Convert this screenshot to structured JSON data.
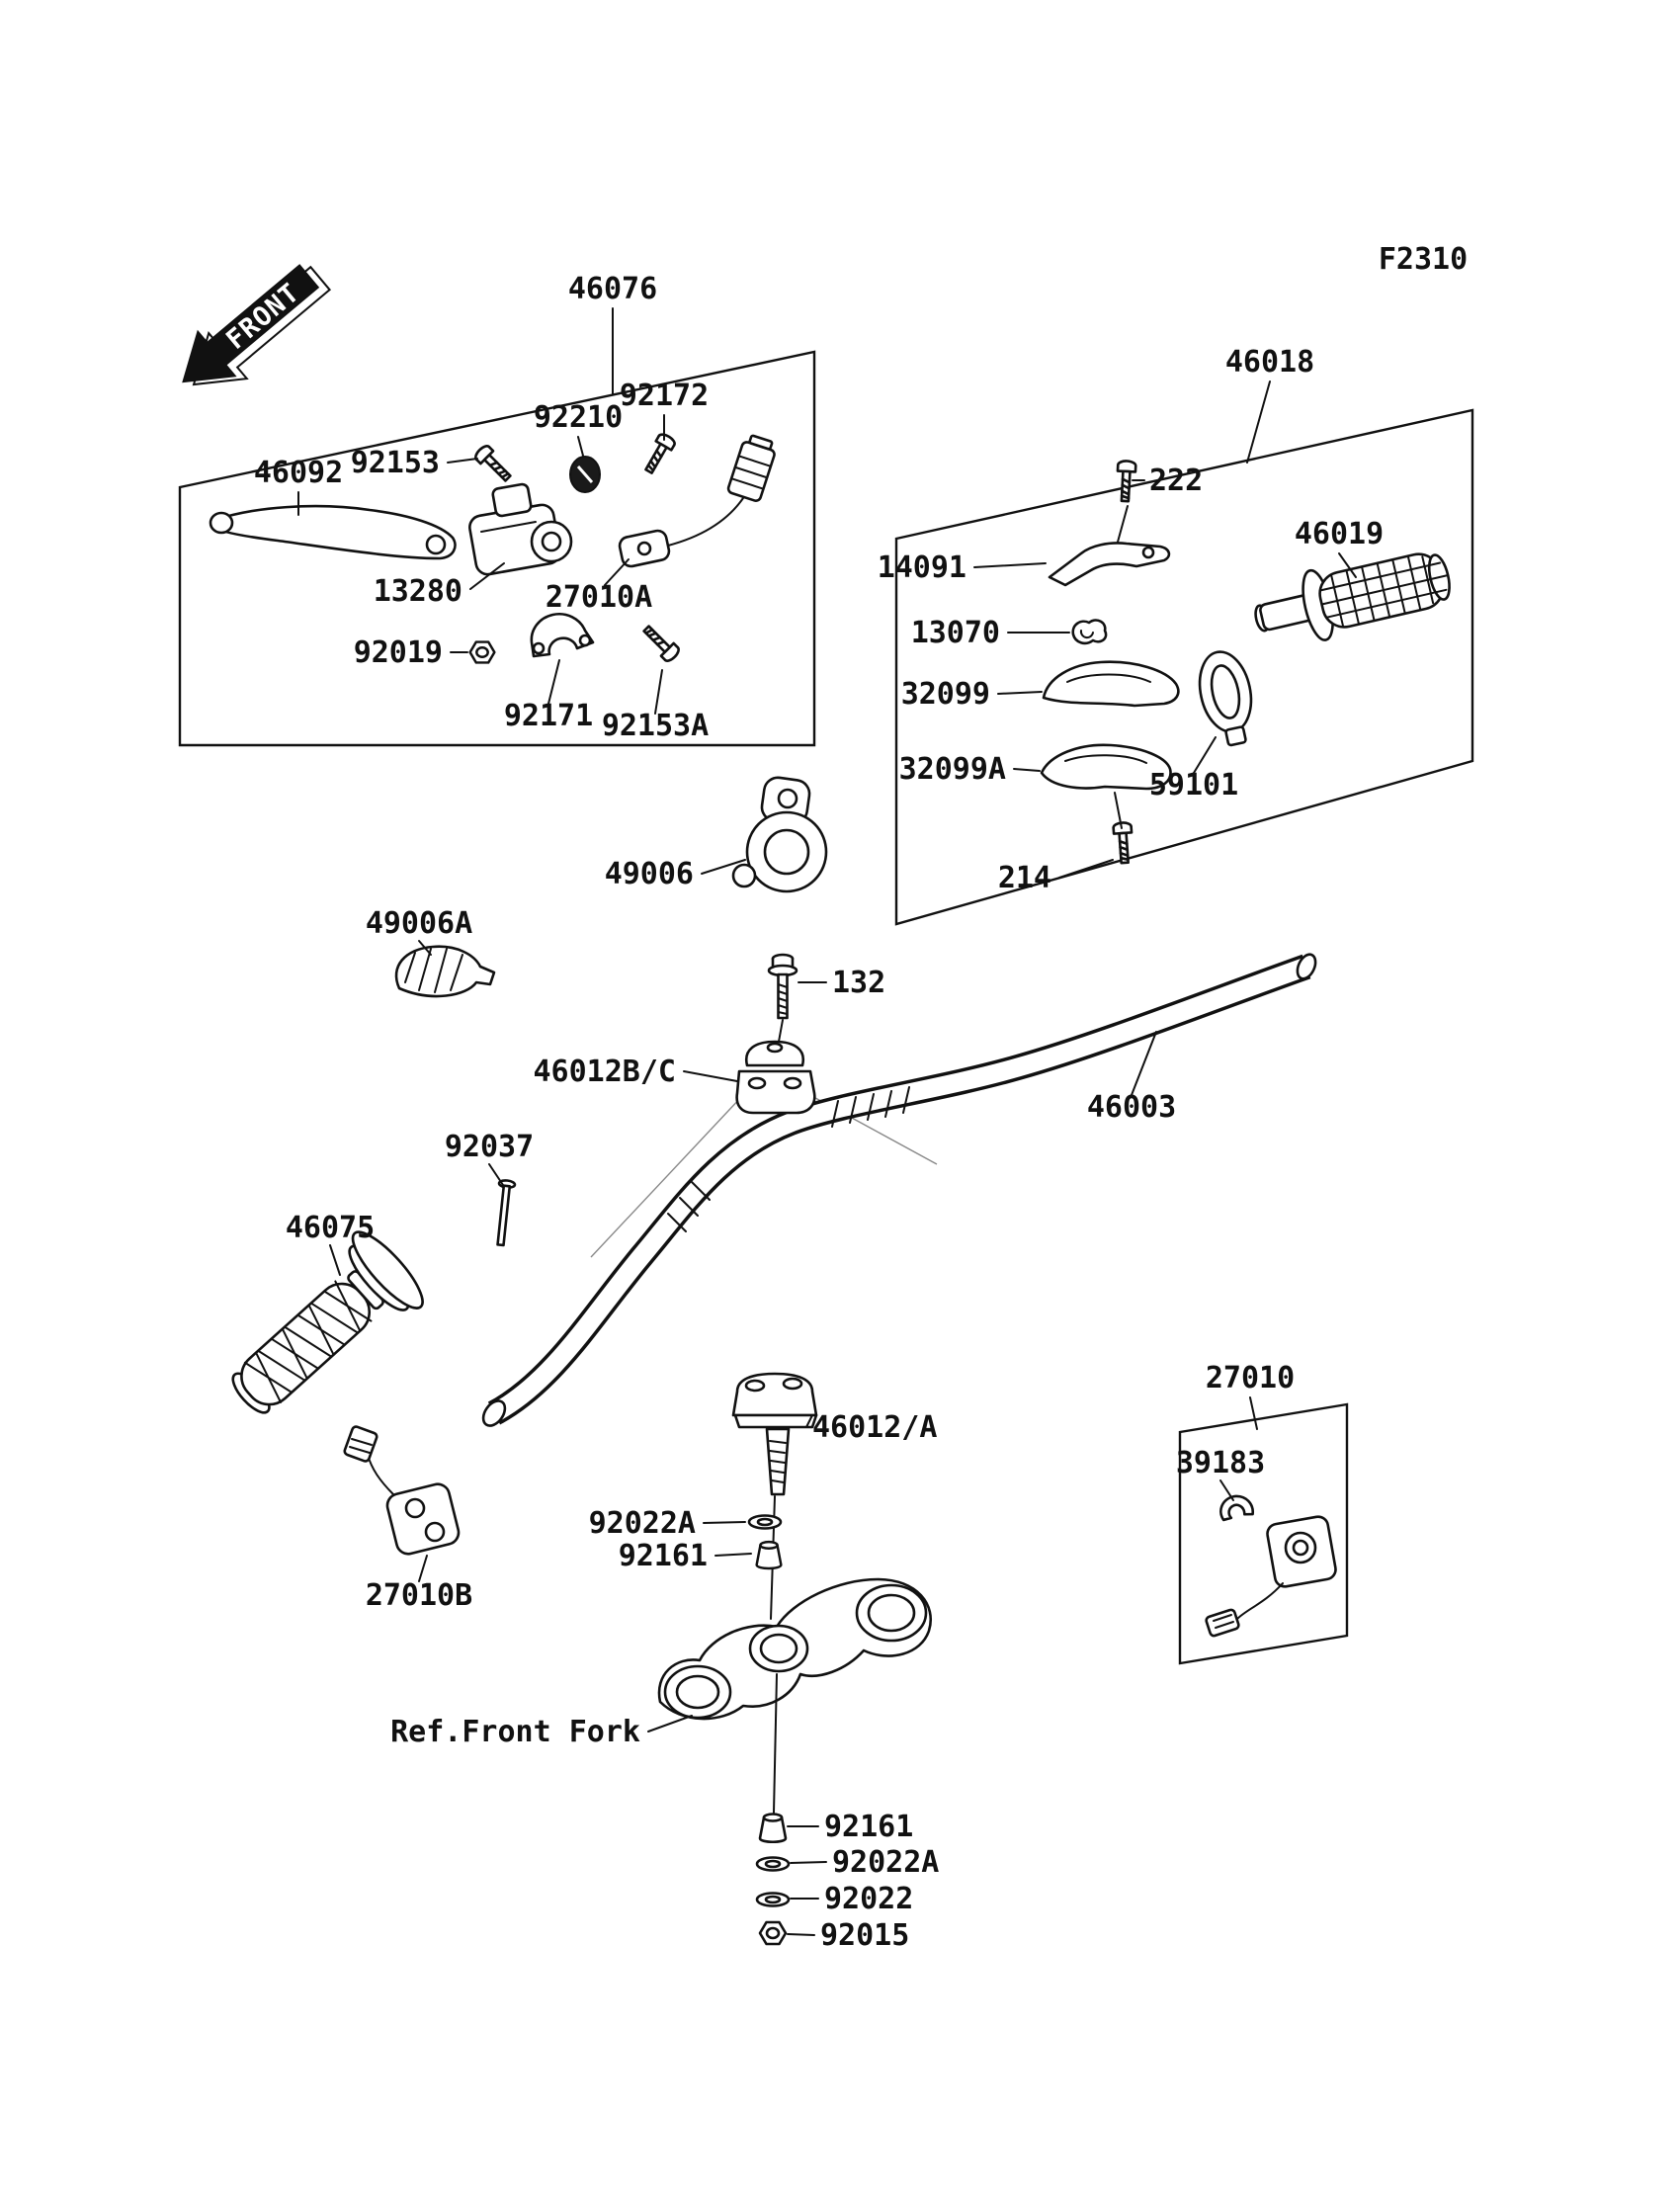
{
  "figure": {
    "code": "F2310",
    "front": "FRONT",
    "ref_front_fork": "Ref.Front Fork"
  },
  "parts": {
    "46076": "46076",
    "92172": "92172",
    "92210": "92210",
    "92153": "92153",
    "46092": "46092",
    "13280": "13280",
    "27010A": "27010A",
    "92019": "92019",
    "92171": "92171",
    "92153A": "92153A",
    "46018": "46018",
    "222": "222",
    "14091": "14091",
    "46019": "46019",
    "13070": "13070",
    "32099": "32099",
    "32099A": "32099A",
    "59101": "59101",
    "214": "214",
    "49006": "49006",
    "49006A": "49006A",
    "132": "132",
    "46012BC": "46012B/C",
    "46003": "46003",
    "92037": "92037",
    "46075": "46075",
    "27010B": "27010B",
    "46012A": "46012/A",
    "92022A": "92022A",
    "92161": "92161",
    "27010": "27010",
    "39183": "39183",
    "92022": "92022",
    "92015": "92015"
  }
}
